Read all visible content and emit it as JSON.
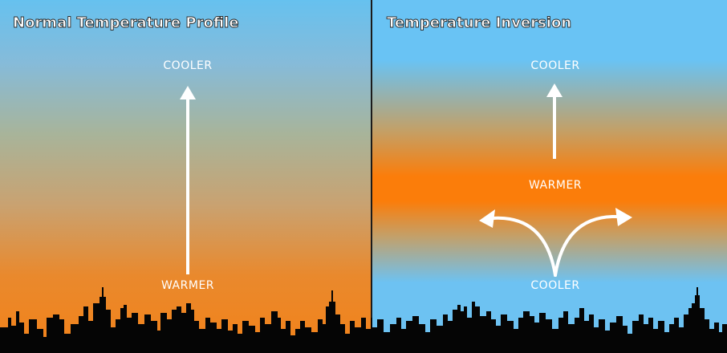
{
  "left_panel": {
    "title": "Normal Temperature Profile",
    "top_label": "COOLER",
    "bottom_label": "WARMER"
  },
  "right_panel": {
    "title": "Temperature Inversion",
    "top_label": "COOLER",
    "middle_label": "WARMER",
    "bottom_label": "COOLER"
  },
  "colors": {
    "sky_blue": "#69c3f4",
    "warm_orange": "#fb7d0a",
    "skyline": "#050505",
    "arrow": "#ffffff"
  }
}
